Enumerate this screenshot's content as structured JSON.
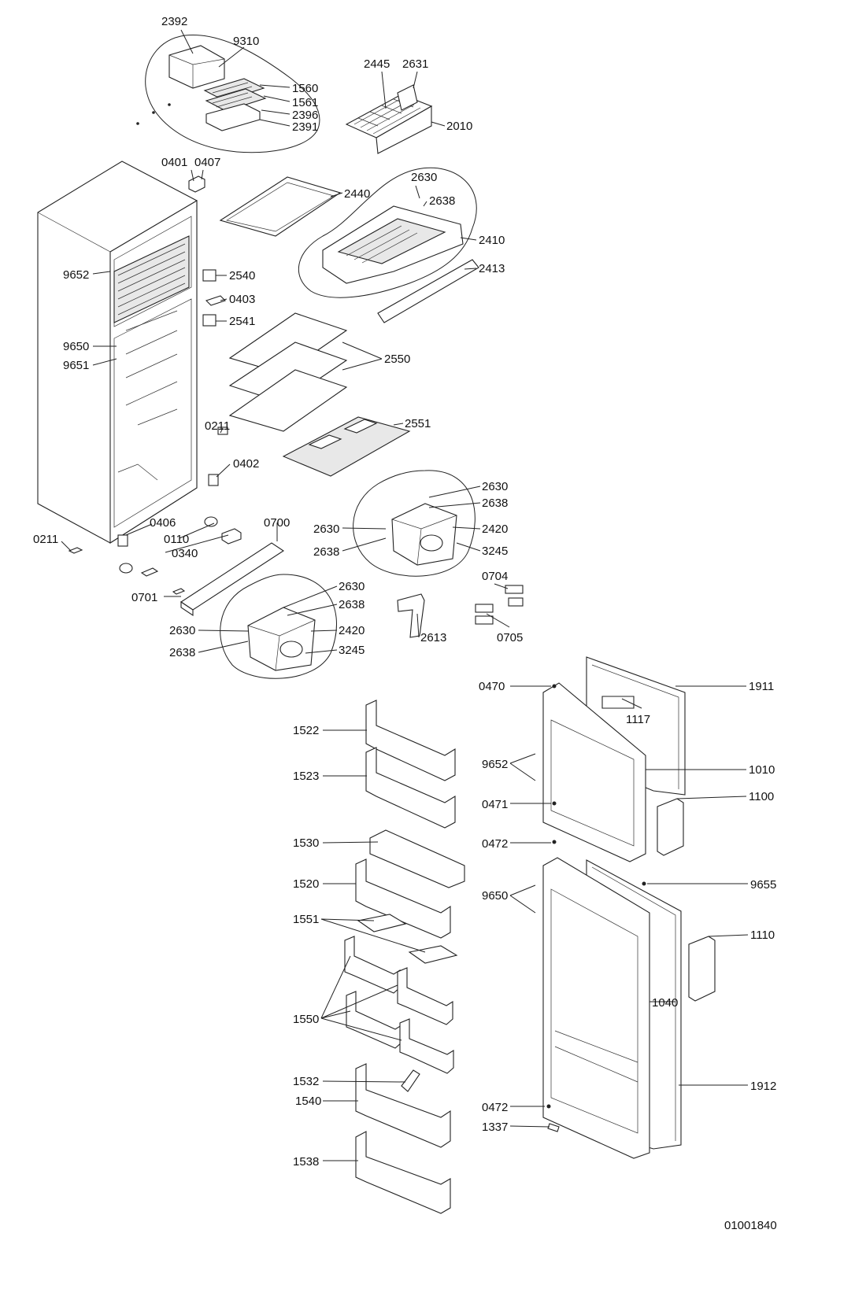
{
  "drawing_number": "01001840",
  "labels": {
    "l2392": "2392",
    "l9310": "9310",
    "l1560": "1560",
    "l1561": "1561",
    "l2396": "2396",
    "l2391": "2391",
    "l2445": "2445",
    "l2631": "2631",
    "l2010": "2010",
    "l0401": "0401",
    "l0407": "0407",
    "l2440": "2440",
    "l2630a": "2630",
    "l2638a": "2638",
    "l2410": "2410",
    "l2413": "2413",
    "l9652a": "9652",
    "l2540": "2540",
    "l0403": "0403",
    "l2541": "2541",
    "l9650a": "9650",
    "l9651": "9651",
    "l2550": "2550",
    "l2551": "2551",
    "l0211a": "0211",
    "l0402": "0402",
    "l2630b": "2630",
    "l2638b": "2638",
    "l2630c": "2630",
    "l2420a": "2420",
    "l2638c": "2638",
    "l3245a": "3245",
    "l0406": "0406",
    "l0700": "0700",
    "l0211b": "0211",
    "l0110": "0110",
    "l0340": "0340",
    "l0701": "0701",
    "l0704": "0704",
    "l0705": "0705",
    "l2630d": "2630",
    "l2638d": "2638",
    "l2630e": "2630",
    "l2420b": "2420",
    "l2638e": "2638",
    "l3245b": "3245",
    "l2613": "2613",
    "l0470": "0470",
    "l1911": "1911",
    "l1117": "1117",
    "l1522": "1522",
    "l9652b": "9652",
    "l1010": "1010",
    "l1523": "1523",
    "l0471": "0471",
    "l1100": "1100",
    "l1530": "1530",
    "l0472a": "0472",
    "l1520": "1520",
    "l9650b": "9650",
    "l9655": "9655",
    "l1551": "1551",
    "l1110": "1110",
    "l1040": "1040",
    "l1550": "1550",
    "l1532": "1532",
    "l1540": "1540",
    "l1912": "1912",
    "l0472b": "0472",
    "l1337": "1337",
    "l1538": "1538"
  }
}
